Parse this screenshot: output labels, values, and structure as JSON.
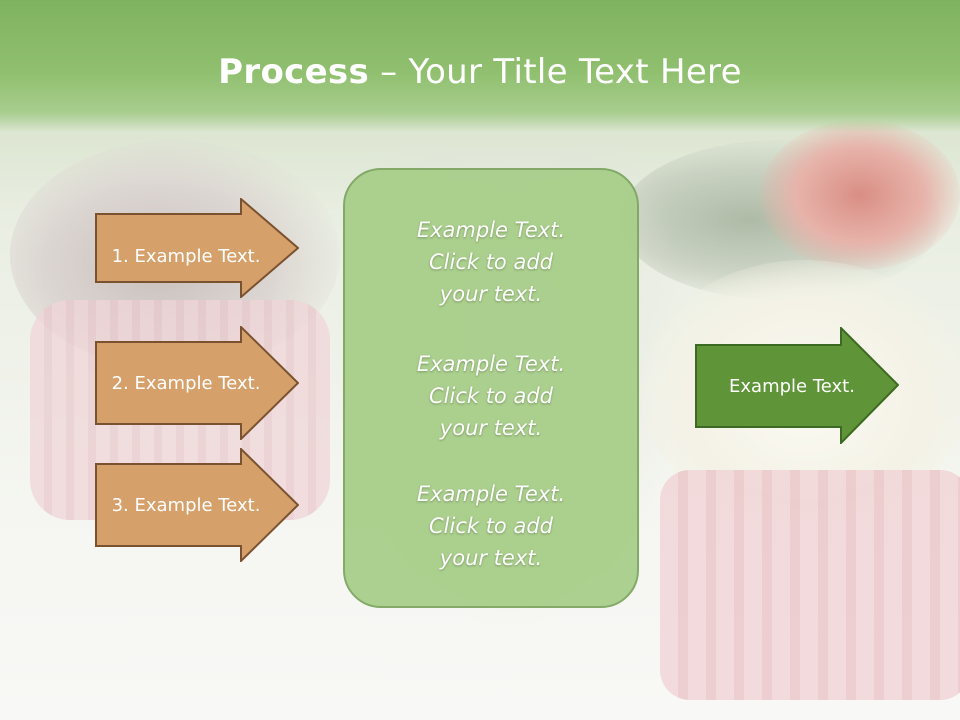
{
  "slide": {
    "title_bold": "Process",
    "title_rest": " – Your Title Text Here"
  },
  "left_steps": [
    {
      "label": "1. Example Text."
    },
    {
      "label": "2. Example Text."
    },
    {
      "label": "3. Example Text."
    }
  ],
  "center_panel": {
    "blocks": [
      {
        "text": "Example Text.\nClick  to add\nyour text."
      },
      {
        "text": "Example Text.\nClick  to add\nyour text."
      },
      {
        "text": "Example Text.\nClick  to add\nyour text."
      }
    ]
  },
  "right_arrow": {
    "label": "Example Text."
  },
  "colors": {
    "title_band": "#86b866",
    "left_arrow_fill": "#d5a06a",
    "left_arrow_stroke": "#7a5230",
    "panel_fill": "#a9cf8b",
    "right_arrow_fill": "#5f9438",
    "right_arrow_stroke": "#3d6a22"
  }
}
